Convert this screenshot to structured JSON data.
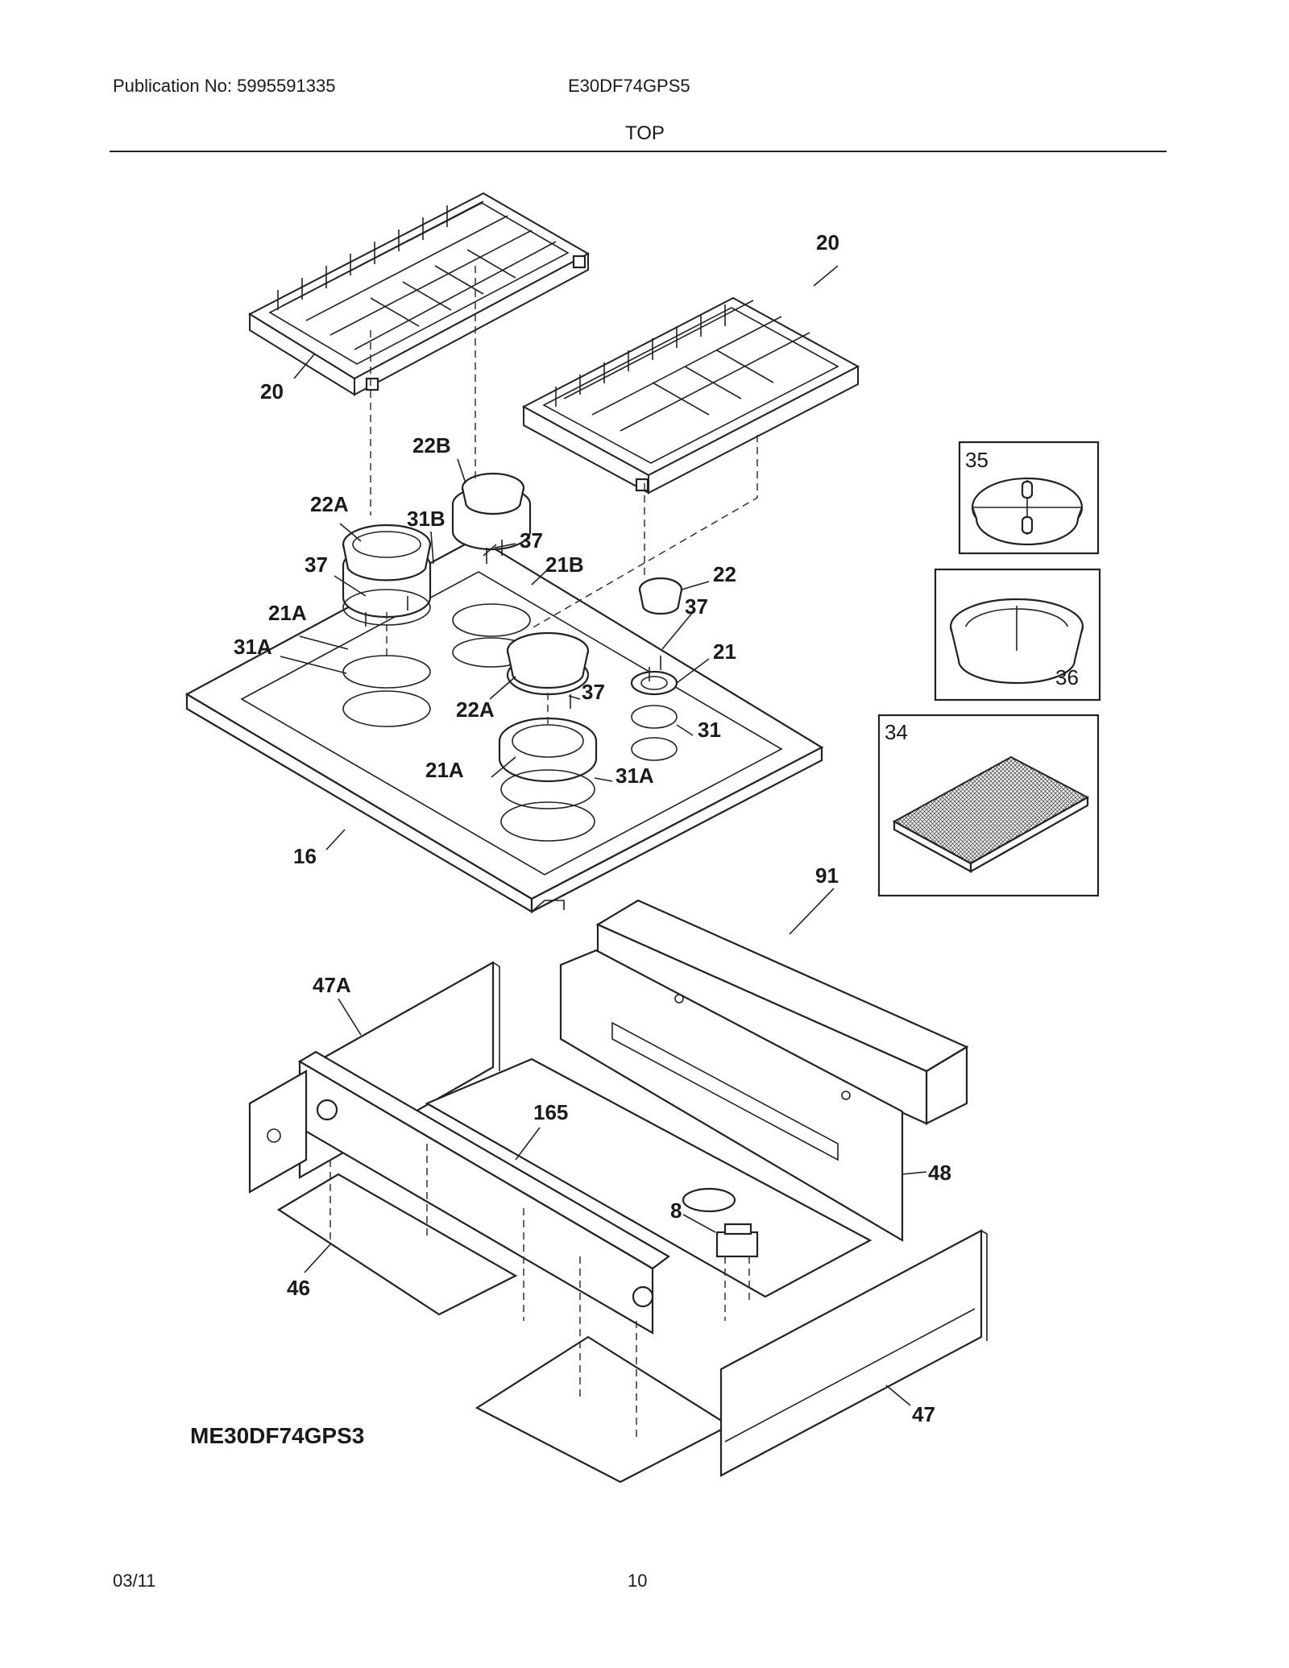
{
  "header": {
    "publication": "Publication No: 5995591335",
    "model": "E30DF74GPS5",
    "section": "TOP"
  },
  "footer": {
    "date": "03/11",
    "page": "10"
  },
  "diagram": {
    "variant_label": "ME30DF74GPS3",
    "callouts": {
      "c20a": "20",
      "c20b": "20",
      "c22b": "22B",
      "c22a_top": "22A",
      "c31b": "31B",
      "c37_top": "37",
      "c37_left": "37",
      "c21b": "21B",
      "c22": "22",
      "c37_right": "37",
      "c21a_top": "21A",
      "c31a_left": "31A",
      "c21": "21",
      "c22a_mid": "22A",
      "c37_mid": "37",
      "c31": "31",
      "c21a_bot": "21A",
      "c31a_bot": "31A",
      "c16": "16",
      "c91": "91",
      "c47a": "47A",
      "c165": "165",
      "c48": "48",
      "c8": "8",
      "c46": "46",
      "c47": "47",
      "c35": "35",
      "c36": "36",
      "c34": "34"
    }
  }
}
